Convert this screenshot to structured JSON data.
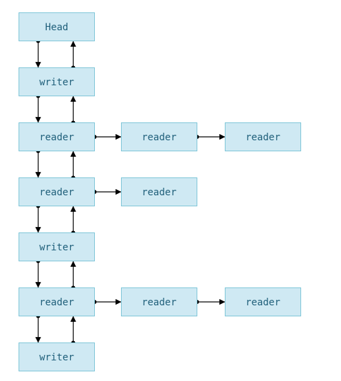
{
  "colors": {
    "node_fill": "#cfe9f3",
    "node_stroke": "#7fc6d8",
    "text": "#1f5f7a",
    "edge": "#000000"
  },
  "nodes": [
    {
      "id": "n1",
      "label": "Head"
    },
    {
      "id": "n2",
      "label": "writer"
    },
    {
      "id": "n3",
      "label": "reader"
    },
    {
      "id": "n4",
      "label": "reader"
    },
    {
      "id": "n5",
      "label": "reader"
    },
    {
      "id": "n6",
      "label": "reader"
    },
    {
      "id": "n7",
      "label": "reader"
    },
    {
      "id": "n8",
      "label": "writer"
    },
    {
      "id": "n9",
      "label": "reader"
    },
    {
      "id": "n10",
      "label": "reader"
    },
    {
      "id": "n11",
      "label": "reader"
    },
    {
      "id": "n12",
      "label": "writer"
    }
  ],
  "edges": [
    {
      "from": "n1",
      "to": "n2",
      "kind": "down"
    },
    {
      "from": "n2",
      "to": "n1",
      "kind": "up"
    },
    {
      "from": "n2",
      "to": "n3",
      "kind": "down"
    },
    {
      "from": "n3",
      "to": "n2",
      "kind": "up"
    },
    {
      "from": "n3",
      "to": "n6",
      "kind": "down"
    },
    {
      "from": "n6",
      "to": "n3",
      "kind": "up"
    },
    {
      "from": "n6",
      "to": "n8",
      "kind": "down"
    },
    {
      "from": "n8",
      "to": "n6",
      "kind": "up"
    },
    {
      "from": "n8",
      "to": "n9",
      "kind": "down"
    },
    {
      "from": "n9",
      "to": "n8",
      "kind": "up"
    },
    {
      "from": "n9",
      "to": "n12",
      "kind": "down"
    },
    {
      "from": "n12",
      "to": "n9",
      "kind": "up"
    },
    {
      "from": "n3",
      "to": "n4",
      "kind": "right"
    },
    {
      "from": "n4",
      "to": "n5",
      "kind": "right"
    },
    {
      "from": "n6",
      "to": "n7",
      "kind": "right"
    },
    {
      "from": "n9",
      "to": "n10",
      "kind": "right"
    },
    {
      "from": "n10",
      "to": "n11",
      "kind": "right"
    }
  ]
}
